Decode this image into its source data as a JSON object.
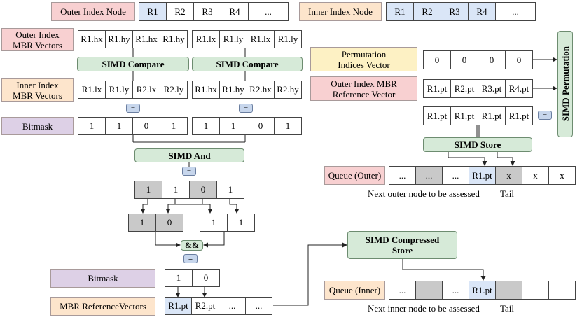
{
  "outer_index_node": {
    "label": "Outer Index Node",
    "cells": [
      "R1",
      "R2",
      "R3",
      "R4",
      "..."
    ]
  },
  "inner_index_node": {
    "label": "Inner Index Node",
    "cells": [
      "R1",
      "R2",
      "R3",
      "R4",
      "..."
    ]
  },
  "outer_mbr": {
    "label_line1": "Outer Index",
    "label_line2": "MBR Vectors",
    "group1": [
      "R1.hx",
      "R1.hy",
      "R1.hx",
      "R1.hy"
    ],
    "group2": [
      "R1.lx",
      "R1.ly",
      "R1.lx",
      "R1.ly"
    ]
  },
  "simd_compare_1": "SIMD Compare",
  "simd_compare_2": "SIMD Compare",
  "inner_mbr": {
    "label_line1": "Inner Index",
    "label_line2": "MBR Vectors",
    "group1": [
      "R1.lx",
      "R1.ly",
      "R2.lx",
      "R2.ly"
    ],
    "group2": [
      "R1.hx",
      "R1.hy",
      "R2.hx",
      "R2.hy"
    ]
  },
  "equals": "=",
  "bitmask_top": {
    "label": "Bitmask",
    "group1": [
      "1",
      "1",
      "0",
      "1"
    ],
    "group2": [
      "1",
      "1",
      "0",
      "1"
    ]
  },
  "simd_and": "SIMD And",
  "and_result": [
    "1",
    "1",
    "0",
    "1"
  ],
  "split_left": [
    "1",
    "0"
  ],
  "split_right": [
    "1",
    "1"
  ],
  "and_and": "&&",
  "bitmask_bottom": {
    "label": "Bitmask",
    "cells": [
      "1",
      "0"
    ]
  },
  "mbr_reference": {
    "label": "MBR ReferenceVectors",
    "cells": [
      "R1.pt",
      "R2.pt",
      "...",
      "..."
    ]
  },
  "simd_compressed_store": {
    "line1": "SIMD Compressed",
    "line2": "Store"
  },
  "queue_inner": {
    "label": "Queue (Inner)",
    "cells": [
      "...",
      "",
      "...",
      "R1.pt",
      "",
      "",
      ""
    ],
    "caption_next": "Next inner node to be assessed",
    "caption_tail": "Tail"
  },
  "permutation": {
    "label_line1": "Permutation",
    "label_line2": "Indices Vector",
    "cells": [
      "0",
      "0",
      "0",
      "0"
    ]
  },
  "outer_ref": {
    "label_line1": "Outer Index MBR",
    "label_line2": "Reference Vector",
    "cells": [
      "R1.pt",
      "R2.pt",
      "R3.pt",
      "R4.pt"
    ]
  },
  "permuted": [
    "R1.pt",
    "R1.pt",
    "R1.pt",
    "R1.pt"
  ],
  "simd_permutation": "SIMD Permutation",
  "simd_store": "SIMD Store",
  "queue_outer": {
    "label": "Queue (Outer)",
    "cells": [
      "...",
      "...",
      "...",
      "R1.pt",
      "x",
      "x",
      "x"
    ],
    "caption_next": "Next outer node to be assessed",
    "caption_tail": "Tail"
  },
  "colors": {
    "red": "#f8d0d1",
    "orange": "#fde5cc",
    "yellow": "#fdf1c4",
    "purple": "#ddd0e6",
    "green": "#d6ead8",
    "blue": "#dae6f7",
    "gray": "#c9c9c9",
    "equals": "#c7d6ec"
  }
}
